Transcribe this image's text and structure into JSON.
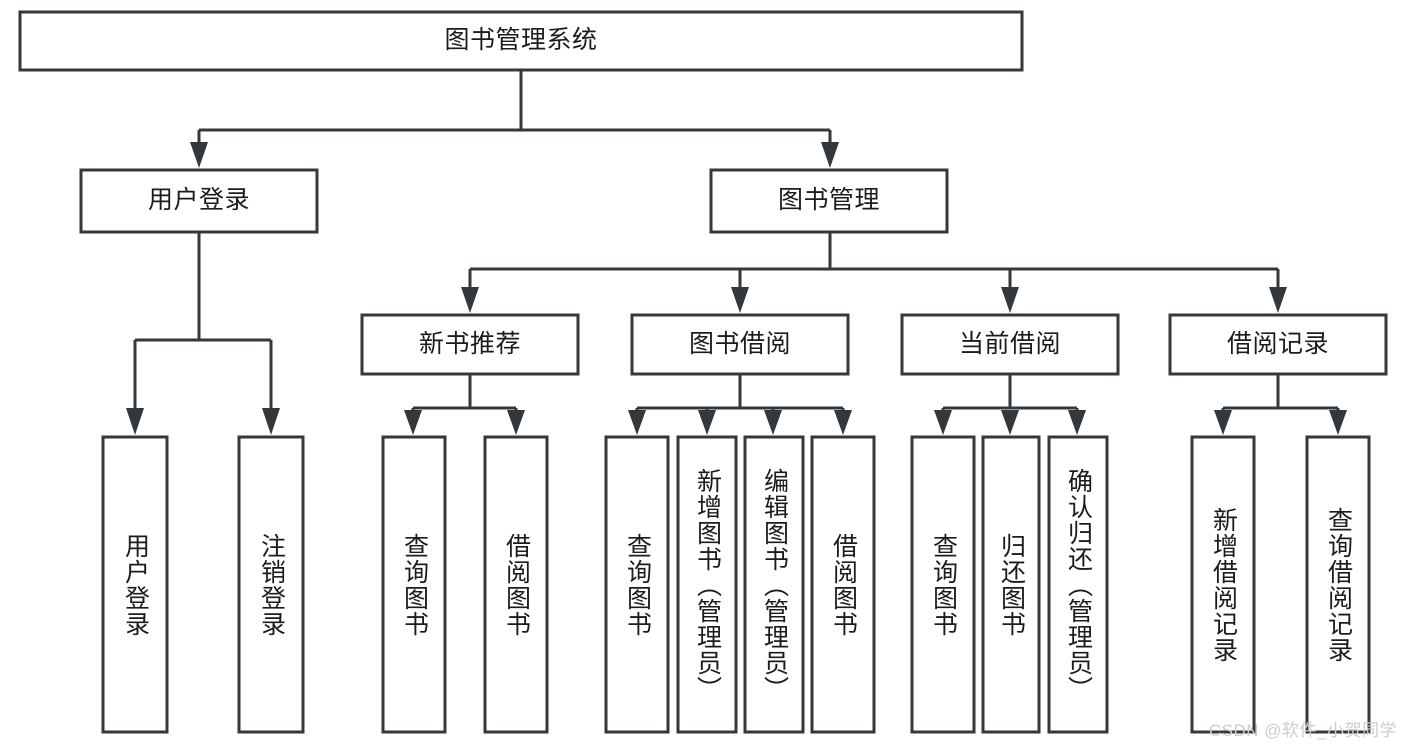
{
  "diagram": {
    "type": "tree-hierarchy",
    "title": "图书管理系统",
    "watermark": "CSDN @软件_小贺同学",
    "colors": {
      "stroke": "#33383d",
      "box_fill": "#ffffff",
      "text": "#1c1c1c",
      "background": "#ffffff",
      "watermark": "#cdcdcd"
    },
    "levels": {
      "root": "图书管理系统",
      "level2": [
        "用户登录",
        "图书管理"
      ],
      "level3": [
        "新书推荐",
        "图书借阅",
        "当前借阅",
        "借阅记录"
      ],
      "level4_groups": [
        {
          "parent": "用户登录",
          "children": [
            "用户登录",
            "注销登录"
          ]
        },
        {
          "parent": "新书推荐",
          "children": [
            "查询图书",
            "借阅图书"
          ]
        },
        {
          "parent": "图书借阅",
          "children": [
            "查询图书",
            "新增图书（管理员）",
            "编辑图书（管理员）",
            "借阅图书"
          ]
        },
        {
          "parent": "当前借阅",
          "children": [
            "查询图书",
            "归还图书",
            "确认归还（管理员）"
          ]
        },
        {
          "parent": "借阅记录",
          "children": [
            "新增借阅记录",
            "查询借阅记录"
          ]
        }
      ]
    },
    "nodes": {
      "root": {
        "label": "图书管理系统"
      },
      "user_login": {
        "label": "用户登录"
      },
      "book_manage": {
        "label": "图书管理"
      },
      "new_book_rec": {
        "label": "新书推荐"
      },
      "book_borrow": {
        "label": "图书借阅"
      },
      "current_borrow": {
        "label": "当前借阅"
      },
      "borrow_record": {
        "label": "借阅记录"
      },
      "leaf_user_login": {
        "label": "用户登录"
      },
      "leaf_logout": {
        "label": "注销登录"
      },
      "leaf_rec_query": {
        "label": "查询图书"
      },
      "leaf_rec_borrow": {
        "label": "借阅图书"
      },
      "leaf_borrow_query": {
        "label": "查询图书"
      },
      "leaf_borrow_add": {
        "label": "新增图书（管理员）"
      },
      "leaf_borrow_edit": {
        "label": "编辑图书（管理员）"
      },
      "leaf_borrow_borrow": {
        "label": "借阅图书"
      },
      "leaf_cur_query": {
        "label": "查询图书"
      },
      "leaf_cur_return": {
        "label": "归还图书"
      },
      "leaf_cur_confirm": {
        "label": "确认归还（管理员）"
      },
      "leaf_rec_add": {
        "label": "新增借阅记录"
      },
      "leaf_rec_search": {
        "label": "查询借阅记录"
      }
    }
  }
}
